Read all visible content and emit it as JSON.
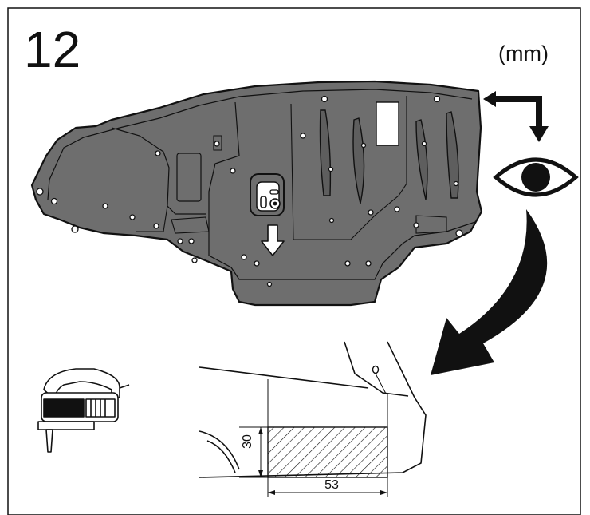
{
  "step": {
    "number": "12"
  },
  "units": {
    "label": "(mm)"
  },
  "cutout": {
    "width_label": "53",
    "height_label": "30",
    "width_mm": 53,
    "height_mm": 30
  },
  "colors": {
    "cover_fill": "#6e6e6e",
    "line": "#111111",
    "background": "#ffffff"
  },
  "icons": {
    "view": "eye-icon",
    "direction": "elbow-arrow-icon",
    "curve": "curved-arrow-icon",
    "tool": "jigsaw-icon",
    "remove": "down-arrow-icon"
  }
}
